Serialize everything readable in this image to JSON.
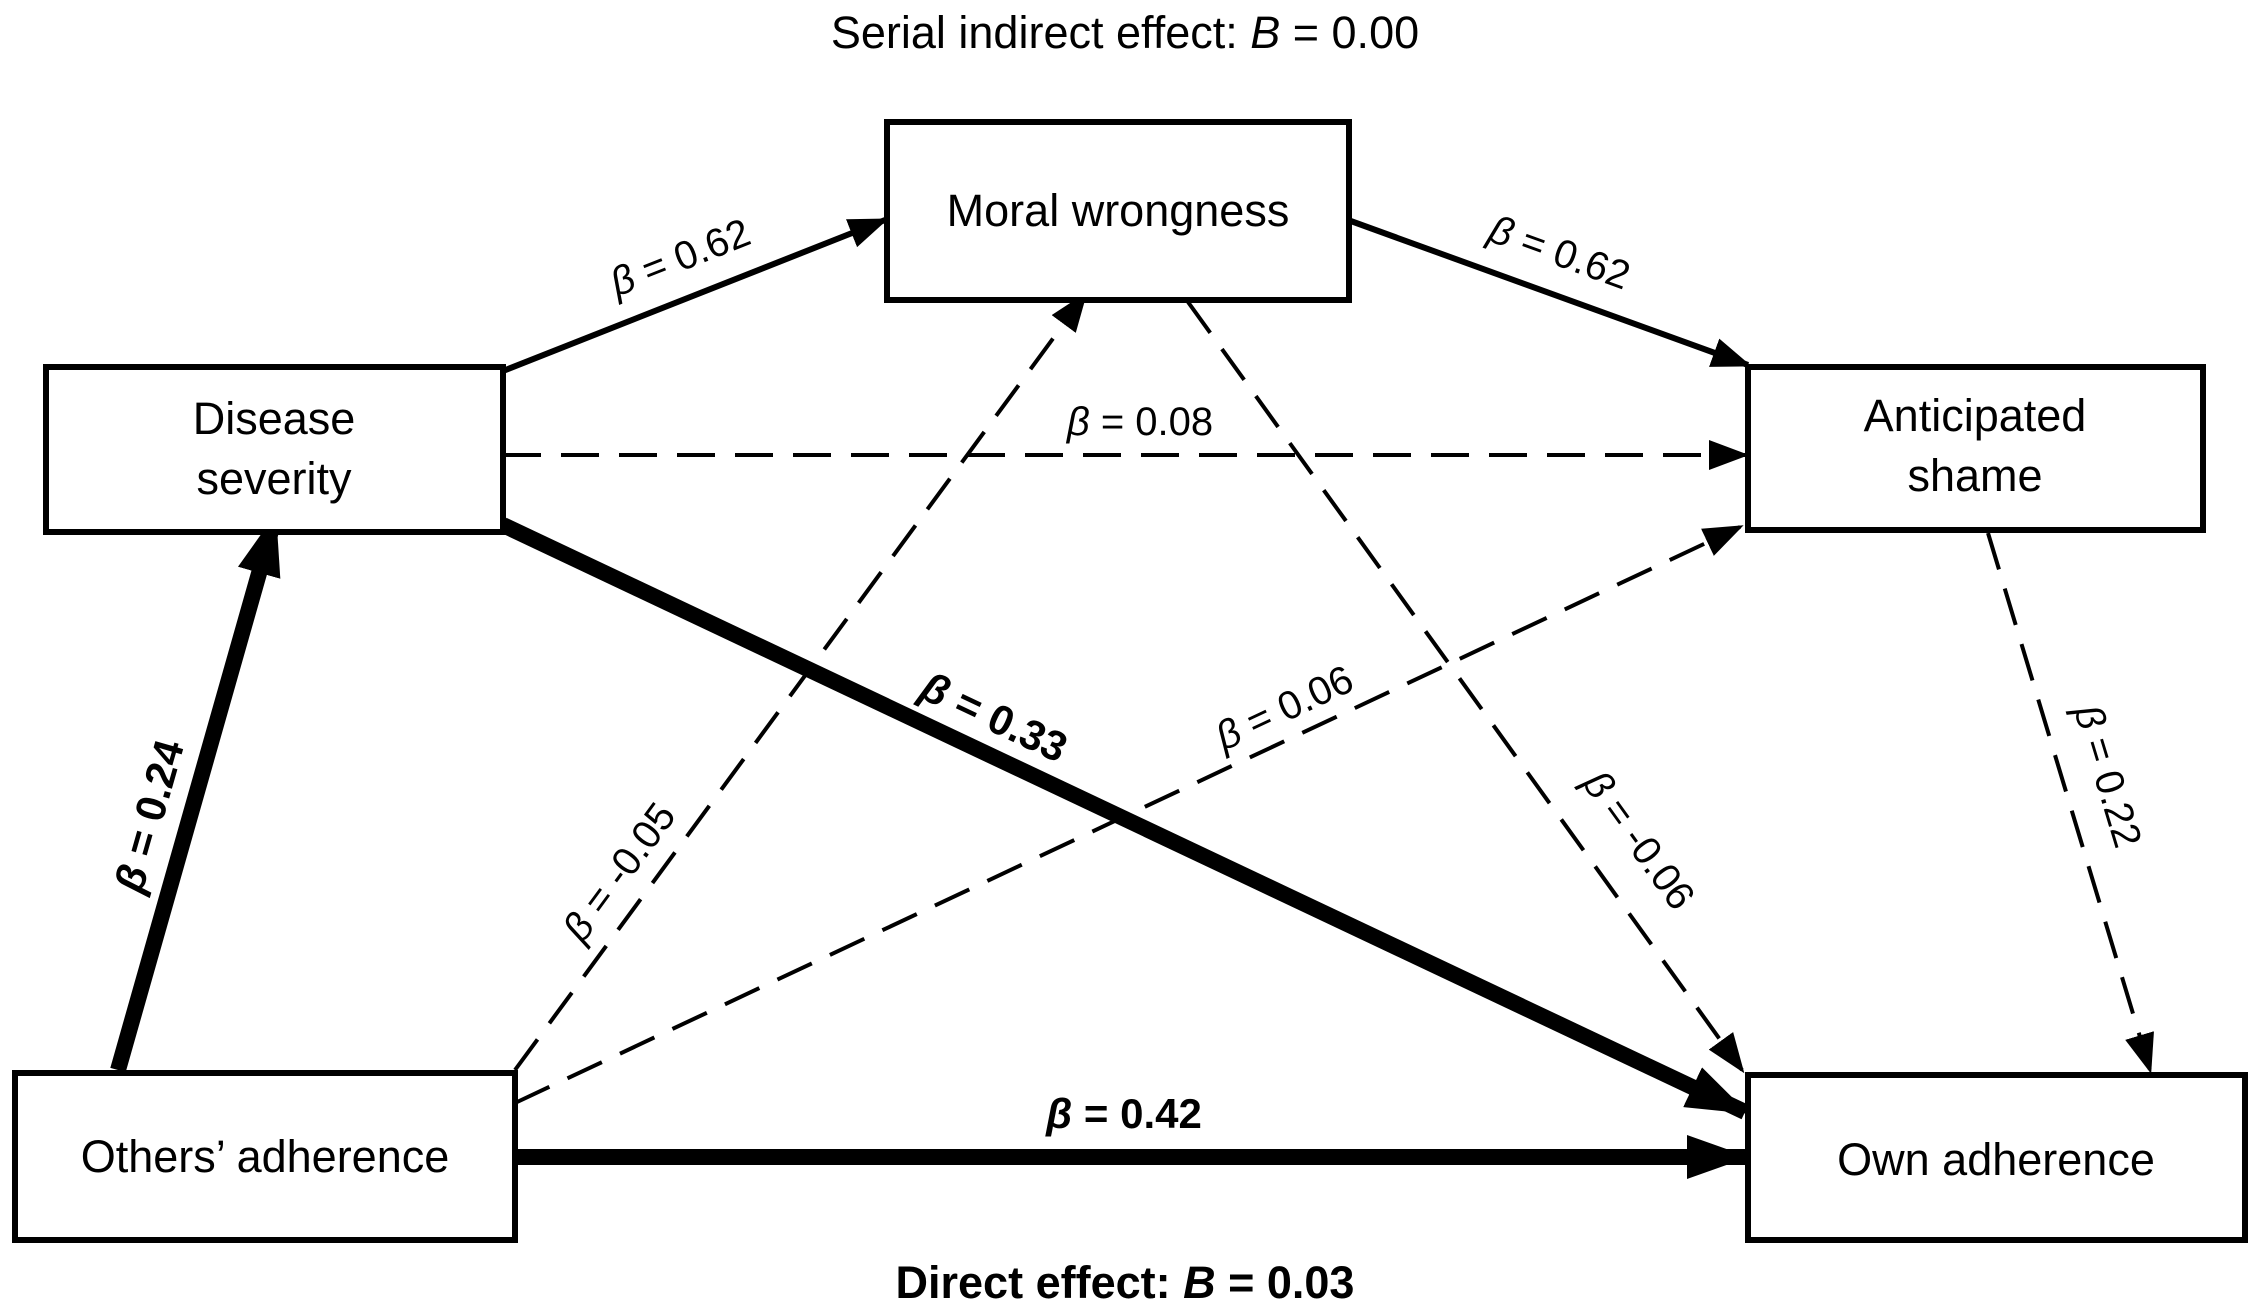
{
  "top_caption": {
    "prefix": "Serial indirect effect: ",
    "symbol": "B",
    "value": " = 0.00"
  },
  "bottom_caption": {
    "prefix": "Direct effect: ",
    "symbol": "B",
    "value": " = 0.03"
  },
  "nodes": {
    "moral": {
      "lines": [
        "Moral wrongness"
      ]
    },
    "disease": {
      "lines": [
        "Disease",
        "severity"
      ]
    },
    "shame": {
      "lines": [
        "Anticipated",
        "shame"
      ]
    },
    "others": {
      "lines": [
        "Others’ adherence"
      ]
    },
    "own": {
      "lines": [
        "Own adherence"
      ]
    }
  },
  "edges": [
    {
      "id": "disease-moral",
      "from": "disease",
      "to": "moral",
      "symbol": "β",
      "value": " = 0.62",
      "style": "solid",
      "bold": false
    },
    {
      "id": "moral-shame",
      "from": "moral",
      "to": "shame",
      "symbol": "β",
      "value": " = 0.62",
      "style": "solid",
      "bold": false
    },
    {
      "id": "disease-shame",
      "from": "disease",
      "to": "shame",
      "symbol": "β",
      "value": " = 0.08",
      "style": "dashed",
      "bold": false
    },
    {
      "id": "others-disease",
      "from": "others",
      "to": "disease",
      "symbol": "β",
      "value": " = 0.24",
      "style": "solid",
      "bold": true
    },
    {
      "id": "disease-own",
      "from": "disease",
      "to": "own",
      "symbol": "β",
      "value": " = 0.33",
      "style": "solid",
      "bold": true
    },
    {
      "id": "others-moral",
      "from": "others",
      "to": "moral",
      "symbol": "β",
      "value": " = -0.05",
      "style": "dashed",
      "bold": false
    },
    {
      "id": "others-shame",
      "from": "others",
      "to": "shame",
      "symbol": "β",
      "value": " = 0.06",
      "style": "dashed",
      "bold": false
    },
    {
      "id": "moral-own",
      "from": "moral",
      "to": "own",
      "symbol": "β",
      "value": " = -0.06",
      "style": "dashed",
      "bold": false
    },
    {
      "id": "shame-own",
      "from": "shame",
      "to": "own",
      "symbol": "β",
      "value": " = 0.22",
      "style": "dashed",
      "bold": false
    },
    {
      "id": "others-own",
      "from": "others",
      "to": "own",
      "symbol": "β",
      "value": " = 0.42",
      "style": "solid",
      "bold": true
    }
  ]
}
